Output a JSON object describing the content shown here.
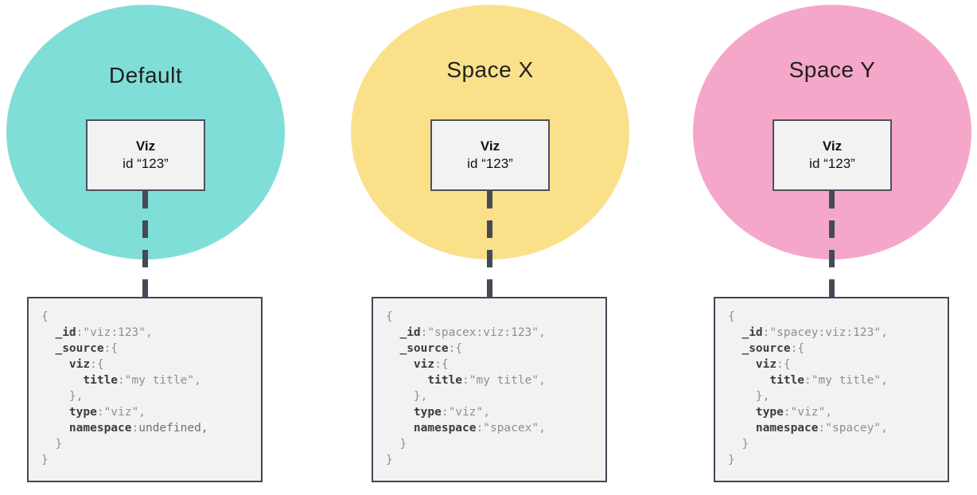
{
  "page": {
    "background": "#ffffff"
  },
  "colors": {
    "default_circle": "#7fded7",
    "spacex_circle": "#fbe08a",
    "spacey_circle": "#f5a7ca",
    "box_background": "#f2f2f2",
    "box_border": "#4d4f5d",
    "connector": "#454a59",
    "code_key": "#3c3c3c",
    "code_value": "#8f8f8f",
    "code_undefined": "#6f6f6f",
    "title_text": "#1f1f1f"
  },
  "panels": [
    {
      "name": "default",
      "title": "Default",
      "circle_color": "#7fded7",
      "viz_box": {
        "label": "Viz",
        "id_line": "id “123”"
      },
      "code_lines": [
        [
          [
            "p",
            "{"
          ]
        ],
        [
          [
            "p",
            "  "
          ],
          [
            "k",
            "_id"
          ],
          [
            "p",
            ":\"viz:123\","
          ]
        ],
        [
          [
            "p",
            "  "
          ],
          [
            "k",
            "_source"
          ],
          [
            "p",
            ":{"
          ]
        ],
        [
          [
            "p",
            "    "
          ],
          [
            "k",
            "viz"
          ],
          [
            "p",
            ":{"
          ]
        ],
        [
          [
            "p",
            "      "
          ],
          [
            "k",
            "title"
          ],
          [
            "p",
            ":\"my title\","
          ]
        ],
        [
          [
            "p",
            "    },"
          ]
        ],
        [
          [
            "p",
            "    "
          ],
          [
            "k",
            "type"
          ],
          [
            "p",
            ":\"viz\","
          ]
        ],
        [
          [
            "p",
            "    "
          ],
          [
            "k",
            "namespace"
          ],
          [
            "p",
            ":"
          ],
          [
            "u",
            "undefined,"
          ]
        ],
        [
          [
            "p",
            "  }"
          ]
        ],
        [
          [
            "p",
            "}"
          ]
        ]
      ]
    },
    {
      "name": "space-x",
      "title": "Space X",
      "circle_color": "#fbe08a",
      "viz_box": {
        "label": "Viz",
        "id_line": "id “123”"
      },
      "code_lines": [
        [
          [
            "p",
            "{"
          ]
        ],
        [
          [
            "p",
            "  "
          ],
          [
            "k",
            "_id"
          ],
          [
            "p",
            ":\"spacex:viz:123\","
          ]
        ],
        [
          [
            "p",
            "  "
          ],
          [
            "k",
            "_source"
          ],
          [
            "p",
            ":{"
          ]
        ],
        [
          [
            "p",
            "    "
          ],
          [
            "k",
            "viz"
          ],
          [
            "p",
            ":{"
          ]
        ],
        [
          [
            "p",
            "      "
          ],
          [
            "k",
            "title"
          ],
          [
            "p",
            ":\"my title\","
          ]
        ],
        [
          [
            "p",
            "    },"
          ]
        ],
        [
          [
            "p",
            "    "
          ],
          [
            "k",
            "type"
          ],
          [
            "p",
            ":\"viz\","
          ]
        ],
        [
          [
            "p",
            "    "
          ],
          [
            "k",
            "namespace"
          ],
          [
            "p",
            ":\"spacex\","
          ]
        ],
        [
          [
            "p",
            "  }"
          ]
        ],
        [
          [
            "p",
            "}"
          ]
        ]
      ]
    },
    {
      "name": "space-y",
      "title": "Space Y",
      "circle_color": "#f5a7ca",
      "viz_box": {
        "label": "Viz",
        "id_line": "id “123”"
      },
      "code_lines": [
        [
          [
            "p",
            "{"
          ]
        ],
        [
          [
            "p",
            "  "
          ],
          [
            "k",
            "_id"
          ],
          [
            "p",
            ":\"spacey:viz:123\","
          ]
        ],
        [
          [
            "p",
            "  "
          ],
          [
            "k",
            "_source"
          ],
          [
            "p",
            ":{"
          ]
        ],
        [
          [
            "p",
            "    "
          ],
          [
            "k",
            "viz"
          ],
          [
            "p",
            ":{"
          ]
        ],
        [
          [
            "p",
            "      "
          ],
          [
            "k",
            "title"
          ],
          [
            "p",
            ":\"my title\","
          ]
        ],
        [
          [
            "p",
            "    },"
          ]
        ],
        [
          [
            "p",
            "    "
          ],
          [
            "k",
            "type"
          ],
          [
            "p",
            ":\"viz\","
          ]
        ],
        [
          [
            "p",
            "    "
          ],
          [
            "k",
            "namespace"
          ],
          [
            "p",
            ":\"spacey\","
          ]
        ],
        [
          [
            "p",
            "  }"
          ]
        ],
        [
          [
            "p",
            "}"
          ]
        ]
      ]
    }
  ]
}
